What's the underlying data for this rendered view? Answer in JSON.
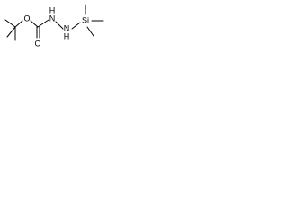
{
  "molecule": {
    "atoms": {
      "carbonyl_oxygen": "O",
      "ester_oxygen": "O",
      "nitrogen_1": "N",
      "nitrogen_1_h": "H",
      "nitrogen_2": "N",
      "nitrogen_2_h": "H",
      "silicon": "Si"
    }
  }
}
